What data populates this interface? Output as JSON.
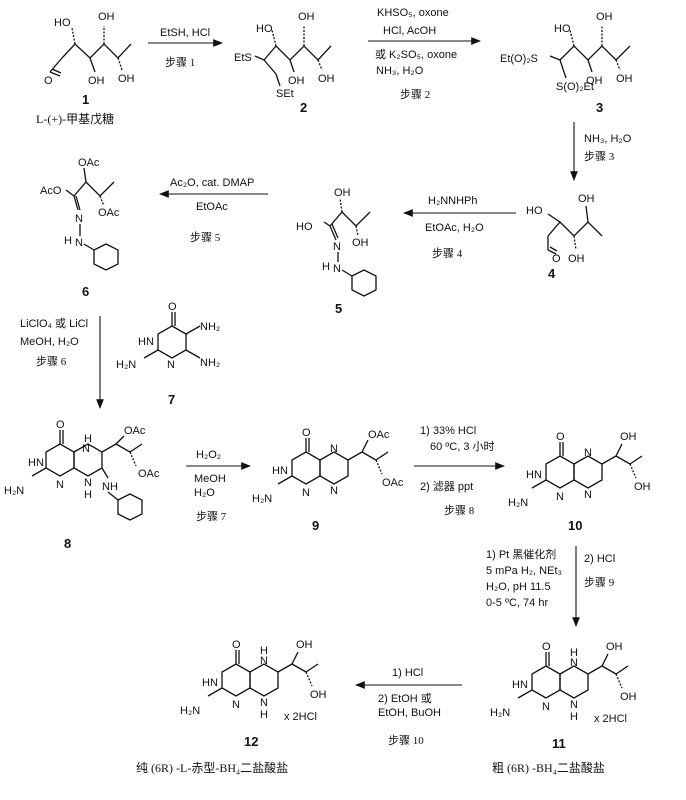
{
  "compounds": [
    {
      "id": "1",
      "label": "1",
      "caption": "L-(+)-甲基戊糖"
    },
    {
      "id": "2",
      "label": "2",
      "subs": {
        "ets": "EtS",
        "set": "SEt",
        "oh": "OH",
        "ho": "HO"
      }
    },
    {
      "id": "3",
      "label": "3",
      "subs": {
        "a": "Et(O)₂S",
        "b": "S(O)₂Et",
        "ho": "HO",
        "oh": "OH"
      }
    },
    {
      "id": "4",
      "label": "4",
      "subs": {
        "ho": "HO",
        "oh": "OH",
        "o": "O"
      }
    },
    {
      "id": "5",
      "label": "5",
      "subs": {
        "oh": "OH",
        "ho": "HO",
        "n": "N",
        "nh": "N",
        "h": "H"
      }
    },
    {
      "id": "6",
      "label": "6",
      "subs": {
        "oac": "OAc",
        "aco": "AcO",
        "n": "N",
        "nh": "N",
        "h": "H"
      }
    },
    {
      "id": "7",
      "label": "7",
      "subs": {
        "o": "O",
        "hn": "HN",
        "nh2a": "NH₂",
        "h2n": "H₂N",
        "nh2b": "NH₂",
        "n": "N"
      }
    },
    {
      "id": "8",
      "label": "8",
      "subs": {
        "oac": "OAc",
        "hn": "HN",
        "h": "H",
        "h2n": "H₂N",
        "n": "N",
        "nh": "NH",
        "oac2": "OAc"
      }
    },
    {
      "id": "9",
      "label": "9",
      "subs": {
        "oac": "OAc",
        "hn": "HN",
        "h2n": "H₂N",
        "n": "N",
        "oac2": "OAc"
      }
    },
    {
      "id": "10",
      "label": "10",
      "subs": {
        "oh": "OH",
        "hn": "HN",
        "h2n": "H₂N",
        "n": "N",
        "oh2": "OH"
      }
    },
    {
      "id": "11",
      "label": "11",
      "caption": "粗 (6R) -BH₄二盐酸盐",
      "salt": "x 2HCl",
      "subs": {
        "oh": "OH",
        "hn": "HN",
        "h": "H",
        "h2n": "H₂N",
        "n": "N",
        "oh2": "OH"
      }
    },
    {
      "id": "12",
      "label": "12",
      "caption": "纯 (6R) -L-赤型-BH₄二盐酸盐",
      "salt": "x 2HCl",
      "subs": {
        "oh": "OH",
        "hn": "HN",
        "h": "H",
        "h2n": "H₂N",
        "n": "N",
        "oh2": "OH"
      }
    }
  ],
  "steps": [
    {
      "id": "1",
      "reagents": [
        "EtSH, HCl"
      ],
      "label": "步骤 1"
    },
    {
      "id": "2",
      "reagents": [
        "KHSO₅, oxone",
        "HCl, AcOH",
        "或 K₂SO₅, oxone",
        "NH₃, H₂O"
      ],
      "label": "步骤 2"
    },
    {
      "id": "3",
      "reagents": [
        "NH₃, H₂O"
      ],
      "label": "步骤 3"
    },
    {
      "id": "4",
      "reagents": [
        "H₂NNHPh",
        "EtOAc, H₂O"
      ],
      "label": "步骤 4"
    },
    {
      "id": "5",
      "reagents": [
        "Ac₂O, cat. DMAP",
        "EtOAc"
      ],
      "label": "步骤 5"
    },
    {
      "id": "6",
      "reagents": [
        "LiClO₄ 或 LiCl",
        "MeOH, H₂O"
      ],
      "label": "步骤 6"
    },
    {
      "id": "7",
      "reagents": [
        "H₂O₂",
        "MeOH",
        "H₂O"
      ],
      "label": "步骤 7"
    },
    {
      "id": "8",
      "reagents": [
        "1) 33% HCl",
        "60 ºC, 3 小时",
        "2) 滤器 ppt"
      ],
      "label": "步骤 8"
    },
    {
      "id": "9",
      "reagents": [
        "1) Pt 黑催化剂",
        "5 mPa H₂, NEt₃",
        "H₂O, pH 11.5",
        "0-5 ºC, 74 hr",
        "2) HCl"
      ],
      "label": "步骤 9"
    },
    {
      "id": "10",
      "reagents": [
        "1) HCl",
        "2) EtOH 或",
        "EtOH, BuOH"
      ],
      "label": "步骤 10"
    }
  ]
}
